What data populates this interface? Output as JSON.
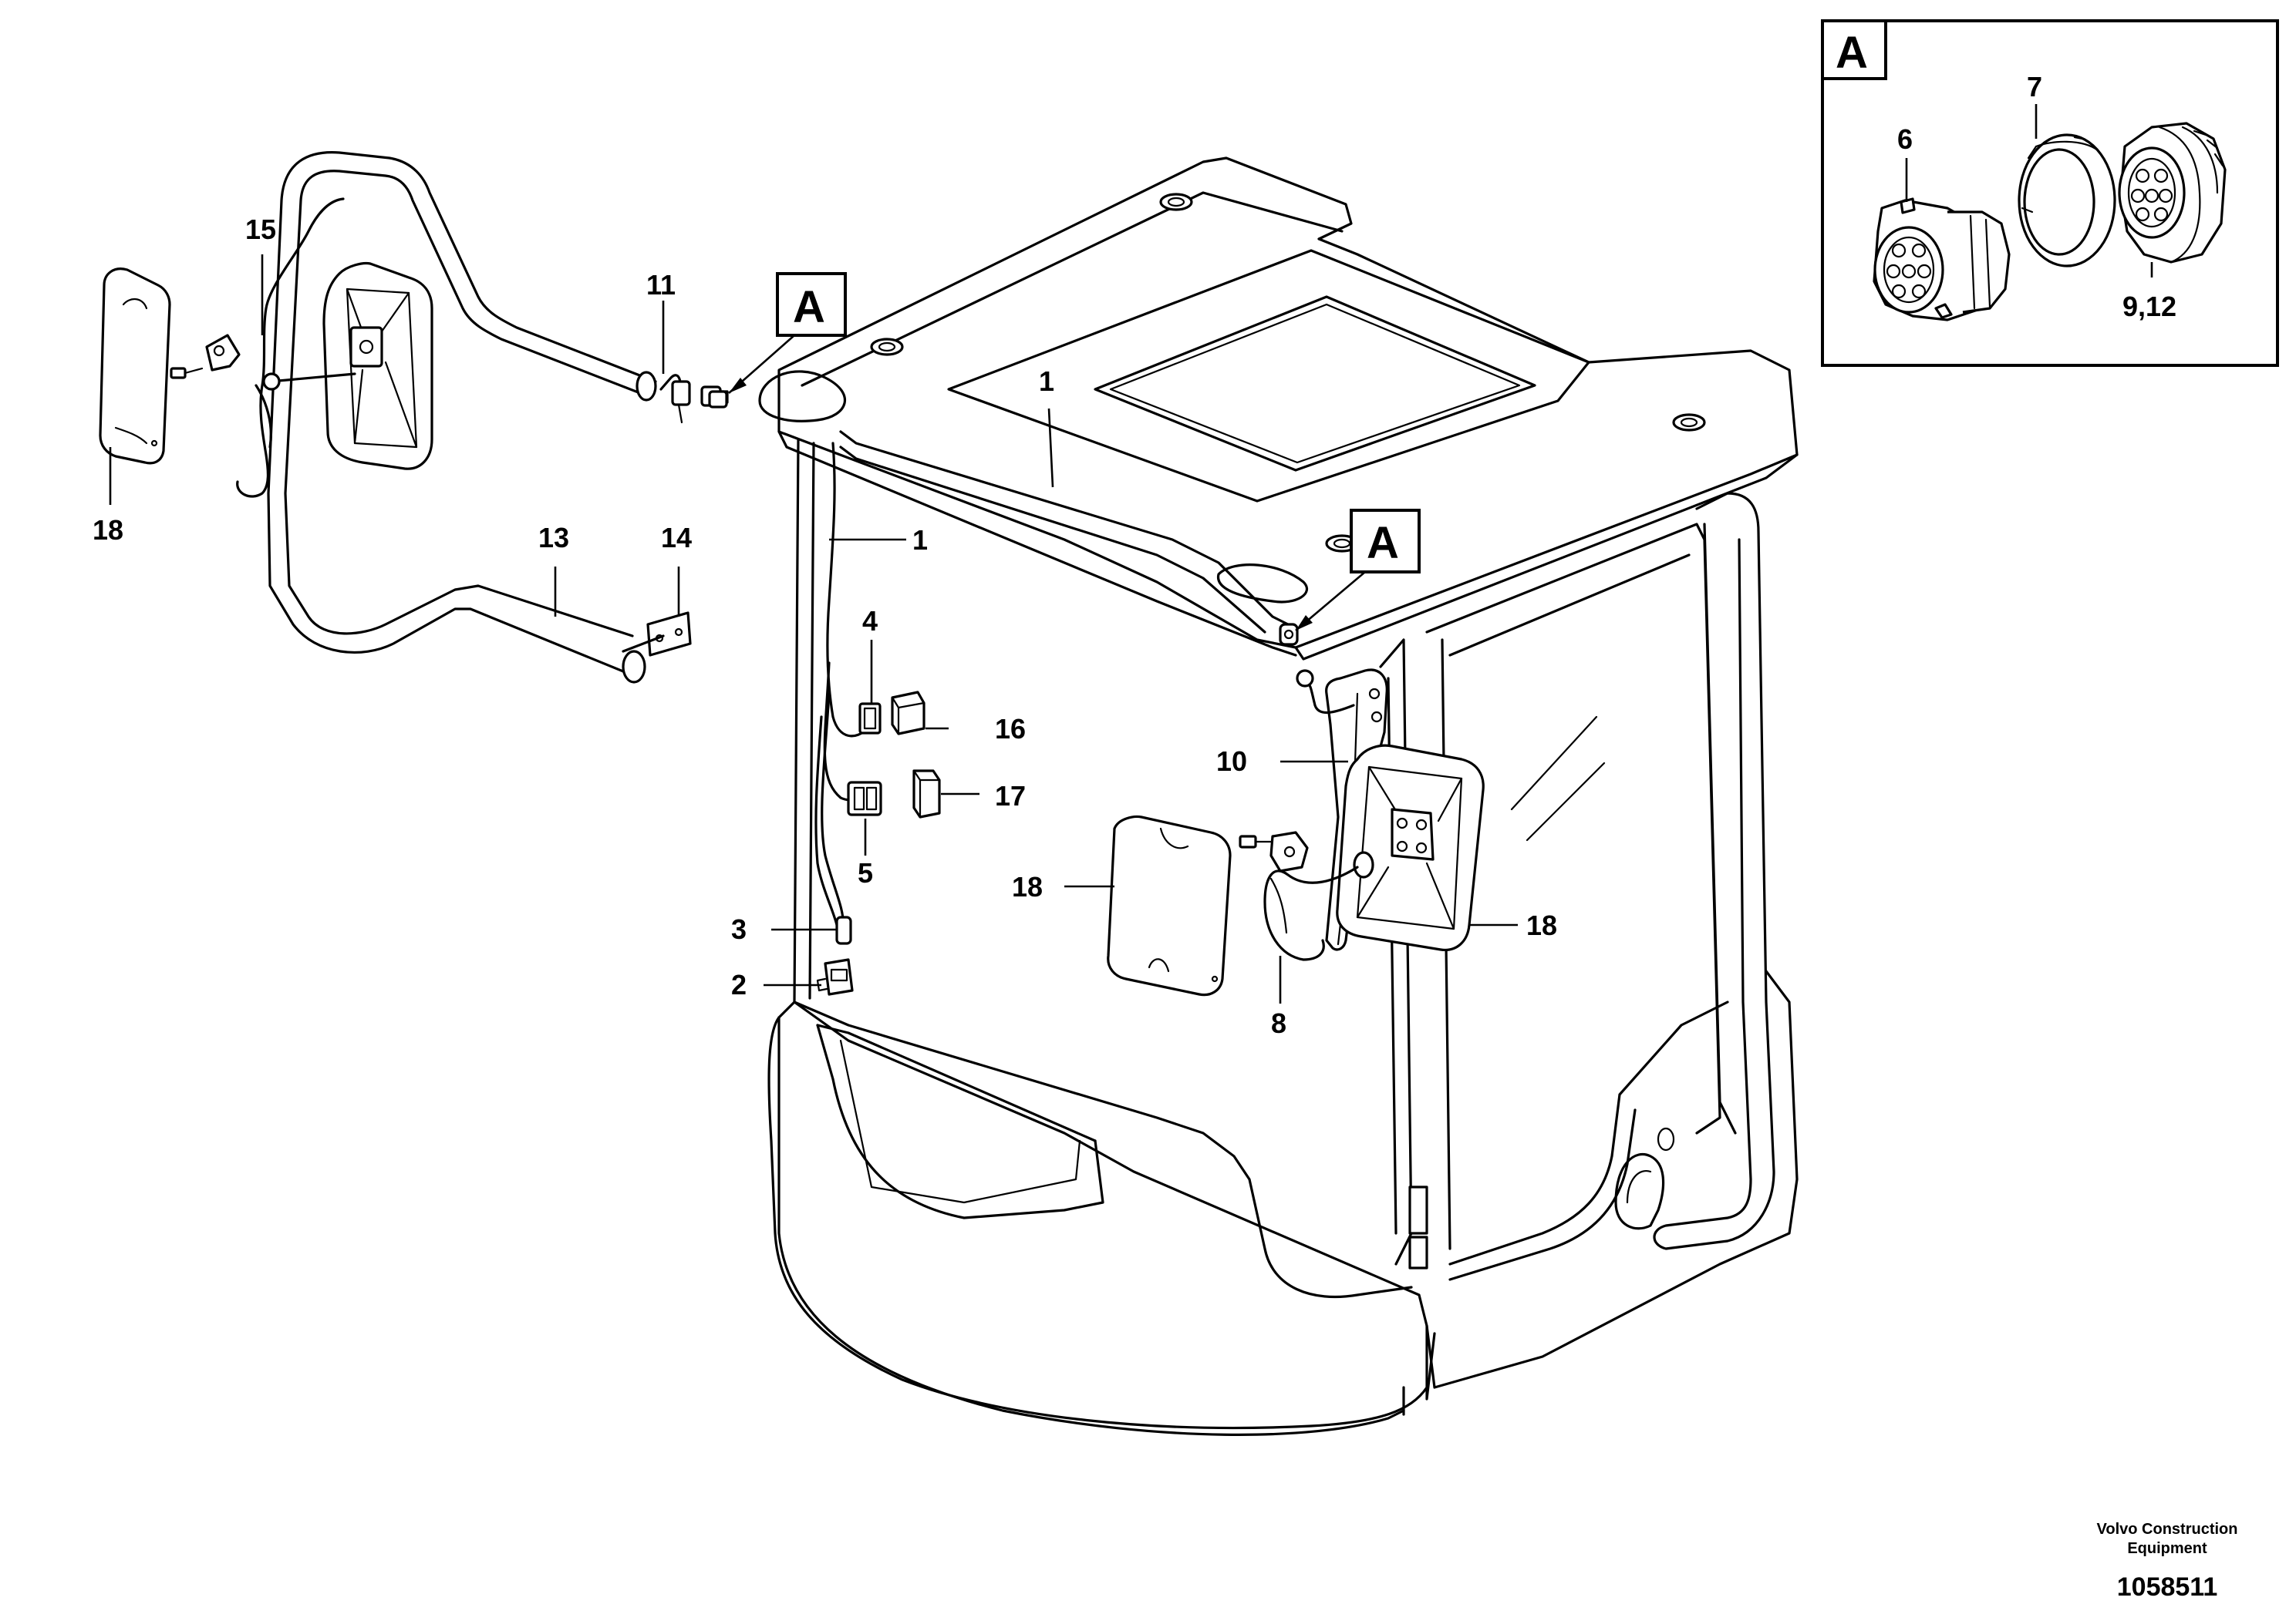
{
  "callouts": {
    "detail_letter": "A"
  },
  "labels": {
    "l1": "1",
    "l2": "2",
    "l3": "3",
    "l4": "4",
    "l5": "5",
    "l6": "6",
    "l7": "7",
    "l8": "8",
    "l9_12": "9,12",
    "l10": "10",
    "l11": "11",
    "l13": "13",
    "l14": "14",
    "l15": "15",
    "l16": "16",
    "l17": "17",
    "l18": "18"
  },
  "footer": {
    "company_line1": "Volvo Construction",
    "company_line2": "Equipment",
    "drawing_number": "1058511"
  }
}
